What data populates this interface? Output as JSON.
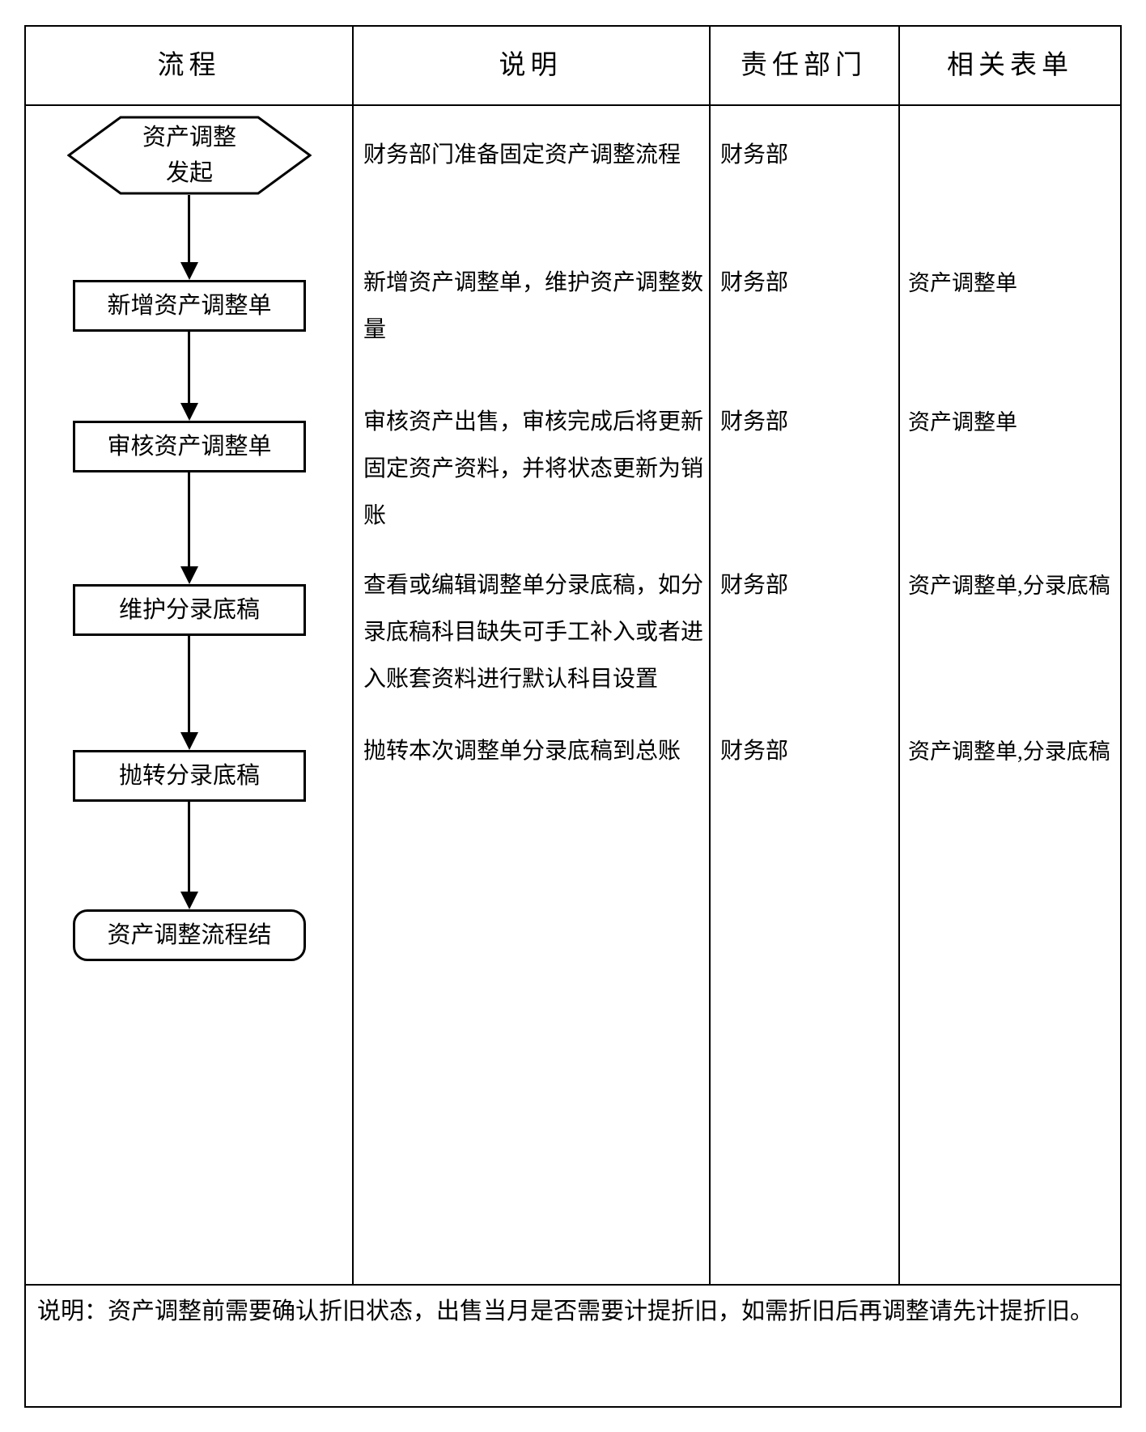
{
  "colors": {
    "border": "#000000",
    "text": "#000000",
    "background": "#ffffff"
  },
  "header": {
    "columns": [
      "流程",
      "说明",
      "责任部门",
      "相关表单"
    ]
  },
  "flow": {
    "start": {
      "line1": "资产调整",
      "line2": "发起"
    },
    "steps": [
      "新增资产调整单",
      "审核资产调整单",
      "维护分录底稿",
      "抛转分录底稿"
    ],
    "end": "资产调整流程结"
  },
  "rows": [
    {
      "desc": "财务部门准备固定资产调整流程",
      "dept": "财务部",
      "forms": ""
    },
    {
      "desc": "新增资产调整单，维护资产调整数量",
      "dept": "财务部",
      "forms": "资产调整单"
    },
    {
      "desc": "审核资产出售，审核完成后将更新固定资产资料，并将状态更新为销账",
      "dept": "财务部",
      "forms": "资产调整单"
    },
    {
      "desc": "查看或编辑调整单分录底稿，如分录底稿科目缺失可手工补入或者进入账套资料进行默认科目设置",
      "dept": "财务部",
      "forms": "资产调整单,分录底稿"
    },
    {
      "desc": "抛转本次调整单分录底稿到总账",
      "dept": "财务部",
      "forms": "资产调整单,分录底稿"
    }
  ],
  "footer": {
    "note": "说明：资产调整前需要确认折旧状态，出售当月是否需要计提折旧，如需折旧后再调整请先计提折旧。"
  }
}
